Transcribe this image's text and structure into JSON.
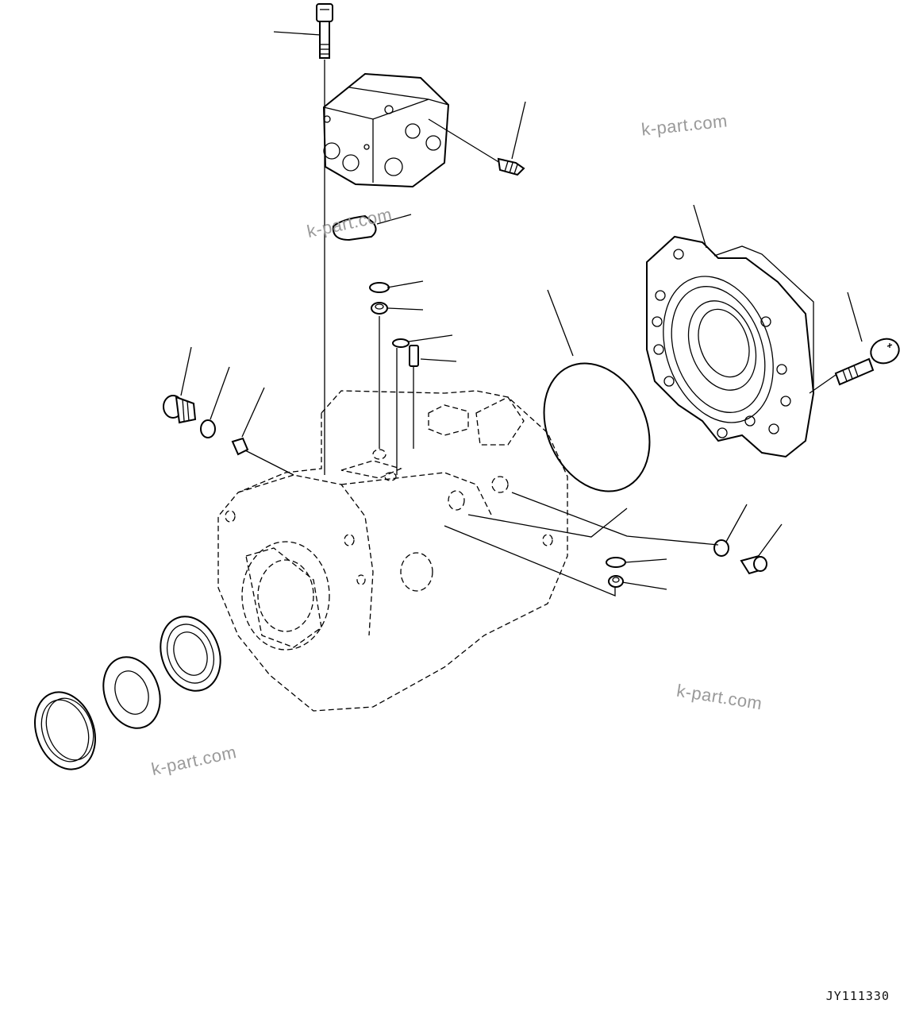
{
  "watermarks": {
    "top_right": "k-part.com",
    "upper_left": "k-part.com",
    "lower_right": "k-part.com",
    "lower_left": "k-part.com"
  },
  "drawing_code": "JY111330"
}
